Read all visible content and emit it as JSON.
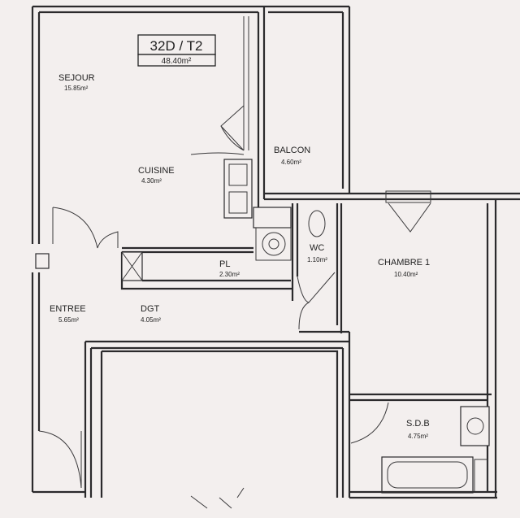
{
  "title": {
    "unit": "32D / T2",
    "total_area": "48.40m²"
  },
  "rooms": {
    "sejour": {
      "name": "SEJOUR",
      "area": "15.85m²"
    },
    "cuisine": {
      "name": "CUISINE",
      "area": "4.30m²"
    },
    "balcon": {
      "name": "BALCON",
      "area": "4.60m²"
    },
    "wc": {
      "name": "WC",
      "area": "1.10m²"
    },
    "pl": {
      "name": "PL",
      "area": "2.30m²"
    },
    "chambre": {
      "name": "CHAMBRE 1",
      "area": "10.40m²"
    },
    "entree": {
      "name": "ENTREE",
      "area": "5.65m²"
    },
    "dgt": {
      "name": "DGT",
      "area": "4.05m²"
    },
    "sdb": {
      "name": "S.D.B",
      "area": "4.75m²"
    }
  }
}
